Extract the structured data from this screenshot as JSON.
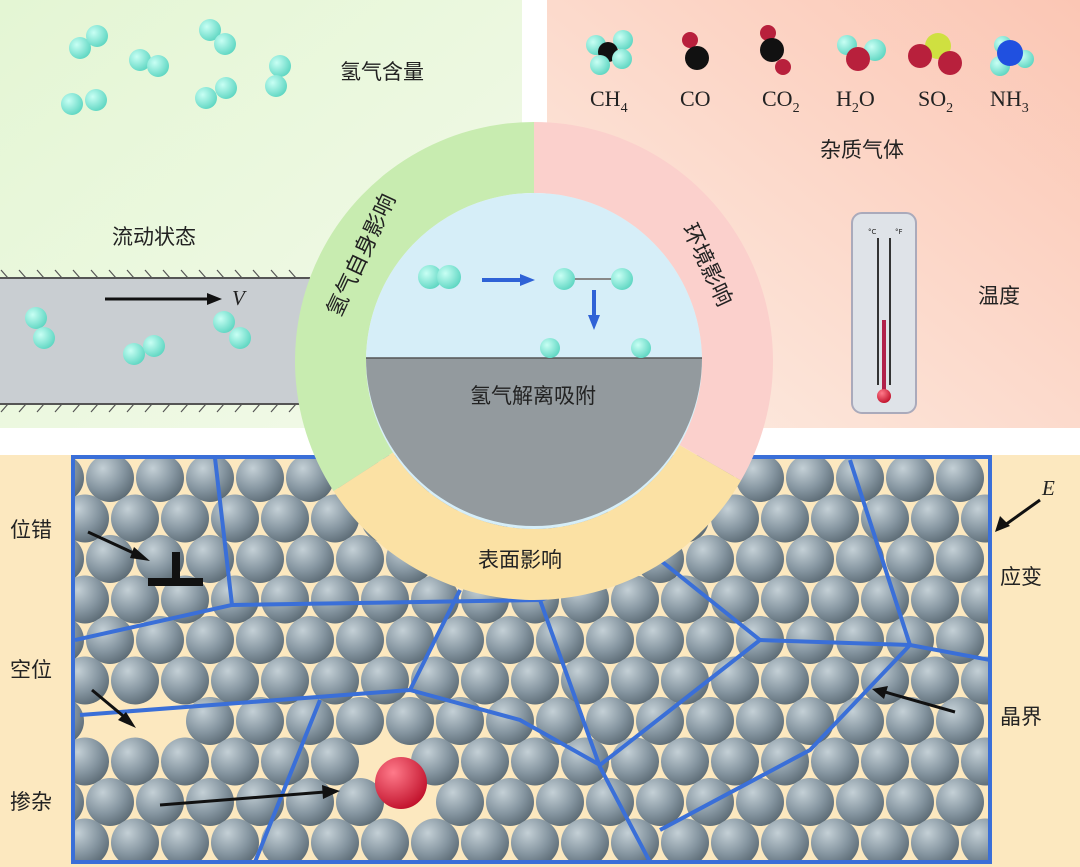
{
  "top_left": {
    "hydrogen_content": "氢气含量",
    "flow_state": "流动状态",
    "velocity": "V"
  },
  "top_right": {
    "molecules": [
      {
        "name": "CH",
        "sub": "4",
        "after": ""
      },
      {
        "name": "CO",
        "sub": "",
        "after": ""
      },
      {
        "name": "CO",
        "sub": "2",
        "after": ""
      },
      {
        "name": "H",
        "sub": "2",
        "after": "O"
      },
      {
        "name": "SO",
        "sub": "2",
        "after": ""
      },
      {
        "name": "NH",
        "sub": "3",
        "after": ""
      }
    ],
    "impurity_gas": "杂质气体",
    "temperature": "温度",
    "thermometer": {
      "celsius_unit": "°C",
      "fahrenheit_unit": "°F"
    }
  },
  "ring": {
    "hydrogen_self": "氢气自身影响",
    "environment": "环境影响",
    "surface": "表面影响",
    "center": "氢气解离吸附"
  },
  "bottom": {
    "dislocation": "位错",
    "vacancy": "空位",
    "doping": "掺杂",
    "strain": "应变",
    "grain_boundary": "晶界",
    "strain_symbol": "E"
  },
  "colors": {
    "h_atom": "#7ee8d6",
    "boundary": "#3a6fd8",
    "sphere": "#8a9aa4",
    "dopant": "#d8203a",
    "green": "#c8ecb0",
    "pink": "#fbd0cc",
    "yellow": "#fbe1a4"
  }
}
